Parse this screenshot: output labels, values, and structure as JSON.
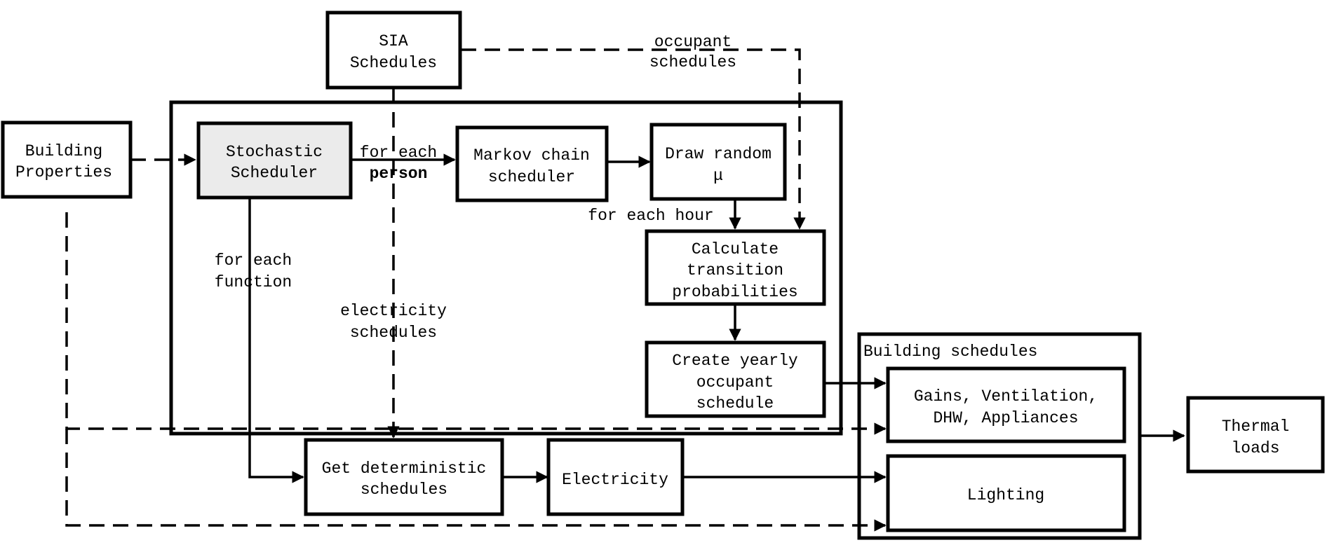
{
  "boxes": {
    "sia_schedules": [
      "SIA",
      "Schedules"
    ],
    "building_properties": [
      "Building",
      "Properties"
    ],
    "stochastic_scheduler": [
      "Stochastic",
      "Scheduler"
    ],
    "markov_chain_scheduler": [
      "Markov chain",
      "scheduler"
    ],
    "draw_random": [
      "Draw random",
      "μ"
    ],
    "calculate_transition": [
      "Calculate",
      "transition",
      "probabilities"
    ],
    "create_yearly": [
      "Create yearly",
      "occupant",
      "schedule"
    ],
    "get_deterministic": [
      "Get deterministic",
      "schedules"
    ],
    "electricity": [
      "Electricity"
    ],
    "gains": [
      "Gains, Ventilation,",
      "DHW, Appliances"
    ],
    "lighting": [
      "Lighting"
    ],
    "thermal_loads": [
      "Thermal",
      "loads"
    ]
  },
  "group_title": "Building schedules",
  "labels": {
    "occupant_schedules": [
      "occupant",
      "schedules"
    ],
    "for_each_person": [
      "for each",
      "person"
    ],
    "for_each_hour": "for each hour",
    "for_each_function": [
      "for each",
      "function"
    ],
    "electricity_schedules": [
      "electricity",
      "schedules"
    ]
  }
}
